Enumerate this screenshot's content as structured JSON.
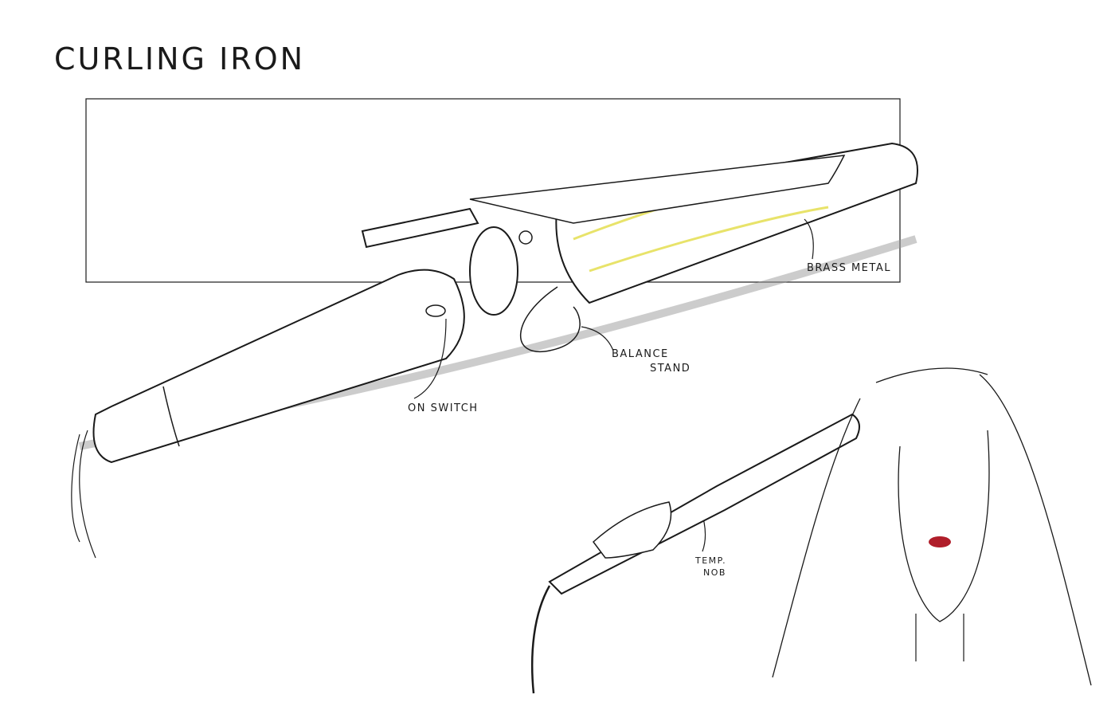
{
  "title": "CURLING IRON",
  "labels": {
    "brass_metal": "BRASS METAL",
    "balance_stand_line1": "BALANCE",
    "balance_stand_line2": "STAND",
    "on_switch": "ON SWITCH",
    "temp_nob_line1": "TEMP.",
    "temp_nob_line2": "NOB"
  },
  "colors": {
    "ink": "#1a1a1a",
    "brass_highlight": "#e8e36a",
    "lips": "#b01e2a",
    "shadow": "#9a9a9a"
  }
}
